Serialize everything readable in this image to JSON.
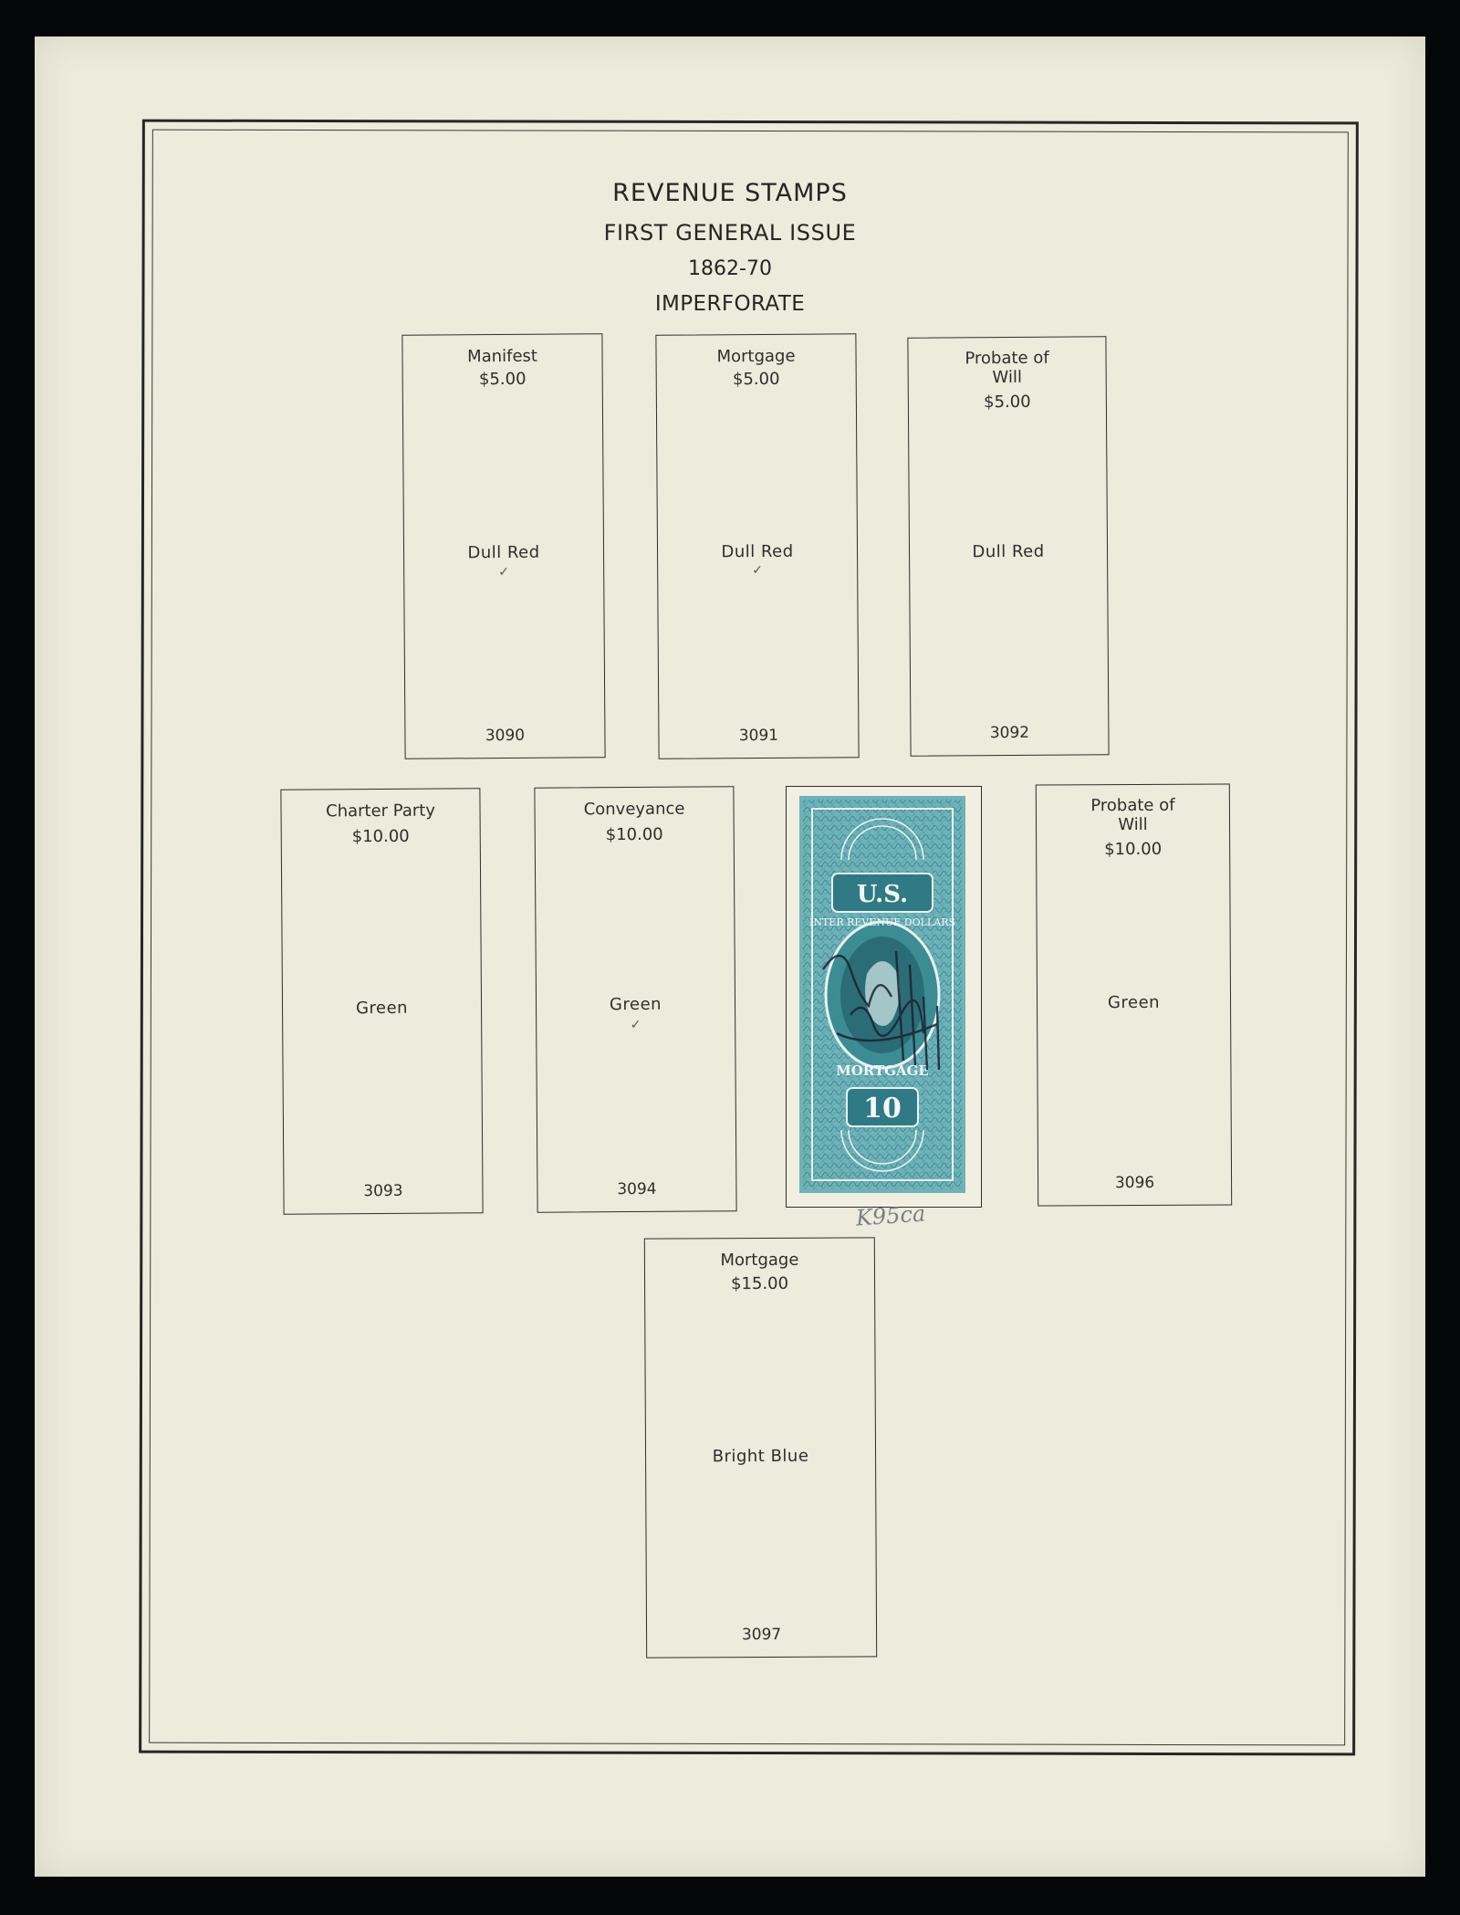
{
  "page": {
    "heading": {
      "title": "REVENUE STAMPS",
      "subtitle": "FIRST GENERAL ISSUE",
      "years": "1862-70",
      "variety": "IMPERFORATE"
    },
    "spaces": [
      {
        "name": "Manifest",
        "price": "$5.00",
        "color": "Dull Red",
        "number": "3090",
        "checked": true
      },
      {
        "name": "Mortgage",
        "price": "$5.00",
        "color": "Dull Red",
        "number": "3091",
        "checked": true
      },
      {
        "name": "Probate of Will",
        "price": "$5.00",
        "color": "Dull Red",
        "number": "3092",
        "checked": false
      },
      {
        "name": "Charter Party",
        "price": "$10.00",
        "color": "Green",
        "number": "3093",
        "checked": false
      },
      {
        "name": "Conveyance",
        "price": "$10.00",
        "color": "Green",
        "number": "3094",
        "checked": true
      },
      {
        "name": "Probate of Will",
        "price": "$10.00",
        "color": "Green",
        "number": "3096",
        "checked": false
      },
      {
        "name": "Mortgage",
        "price": "$15.00",
        "color": "Bright Blue",
        "number": "3097",
        "checked": false
      }
    ],
    "mounted_stamp": {
      "top_text": "U.S.",
      "side_text": "INTER REVENUE DOLLARS",
      "bottom_text": "MORTGAGE",
      "value": "10",
      "ink_color": "#3a8a92",
      "cancel_ink": "#1c2230"
    },
    "pencil_note": "K95ca"
  }
}
